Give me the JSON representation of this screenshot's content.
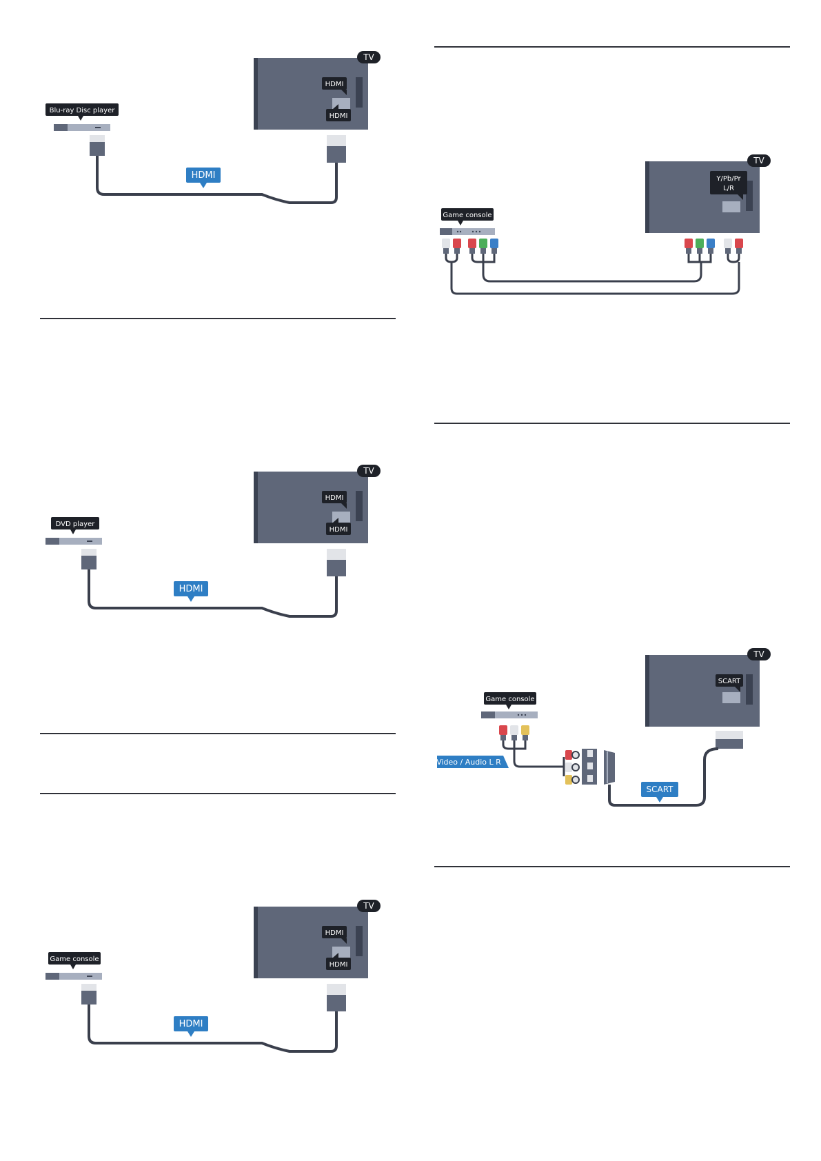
{
  "diagrams": {
    "bluray": {
      "device": "Blu-ray Disc player",
      "tv": "TV",
      "port_top": "HDMI",
      "port_bottom": "HDMI",
      "cable": "HDMI"
    },
    "dvd": {
      "device": "DVD player",
      "tv": "TV",
      "port_top": "HDMI",
      "port_bottom": "HDMI",
      "cable": "HDMI"
    },
    "game_hdmi": {
      "device": "Game console",
      "tv": "TV",
      "port_top": "HDMI",
      "port_bottom": "HDMI",
      "cable": "HDMI"
    },
    "game_ypbpr": {
      "device": "Game console",
      "tv": "TV",
      "port_line1": "Y/Pb/Pr",
      "port_line2": "L/R"
    },
    "game_scart": {
      "device": "Game console",
      "tv": "TV",
      "port": "SCART",
      "cable": "SCART",
      "adapter_label": "Video / Audio L R"
    }
  },
  "colors": {
    "tv_body": "#5f6779",
    "tv_edge": "#3b4252",
    "label_bg": "#1e2128",
    "cable": "#3a3f4c",
    "hdmi_badge": "#2e7ec4",
    "device_light": "#a7afbf",
    "rca_red": "#d9474d",
    "rca_white": "#e2e4e8",
    "rca_green": "#4cae5a",
    "rca_blue": "#3a7fc7",
    "rca_yellow": "#e3c15a"
  }
}
